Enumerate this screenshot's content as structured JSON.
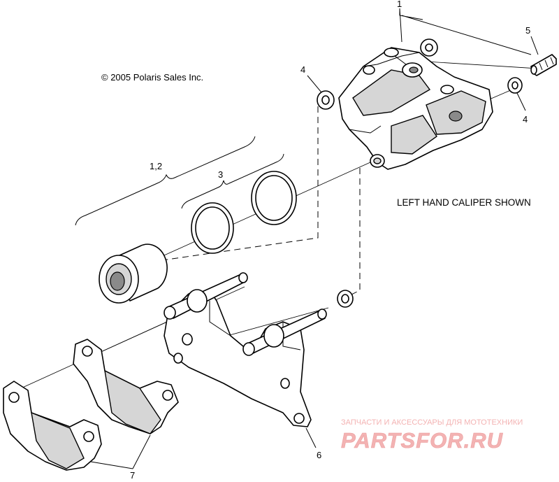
{
  "copyright": "© 2005 Polaris Sales Inc.",
  "note": "LEFT HAND CALIPER SHOWN",
  "callouts": {
    "c1": "1",
    "c12": "1,2",
    "c3": "3",
    "c4a": "4",
    "c4b": "4",
    "c5": "5",
    "c6": "6",
    "c7": "7"
  },
  "watermark": {
    "caption": "ЗАПЧАСТИ И АКСЕССУАРЫ ДЛЯ МОТОТЕХНИКИ",
    "logo": "PARTSFOR.RU",
    "color": "#f2a6a6"
  }
}
